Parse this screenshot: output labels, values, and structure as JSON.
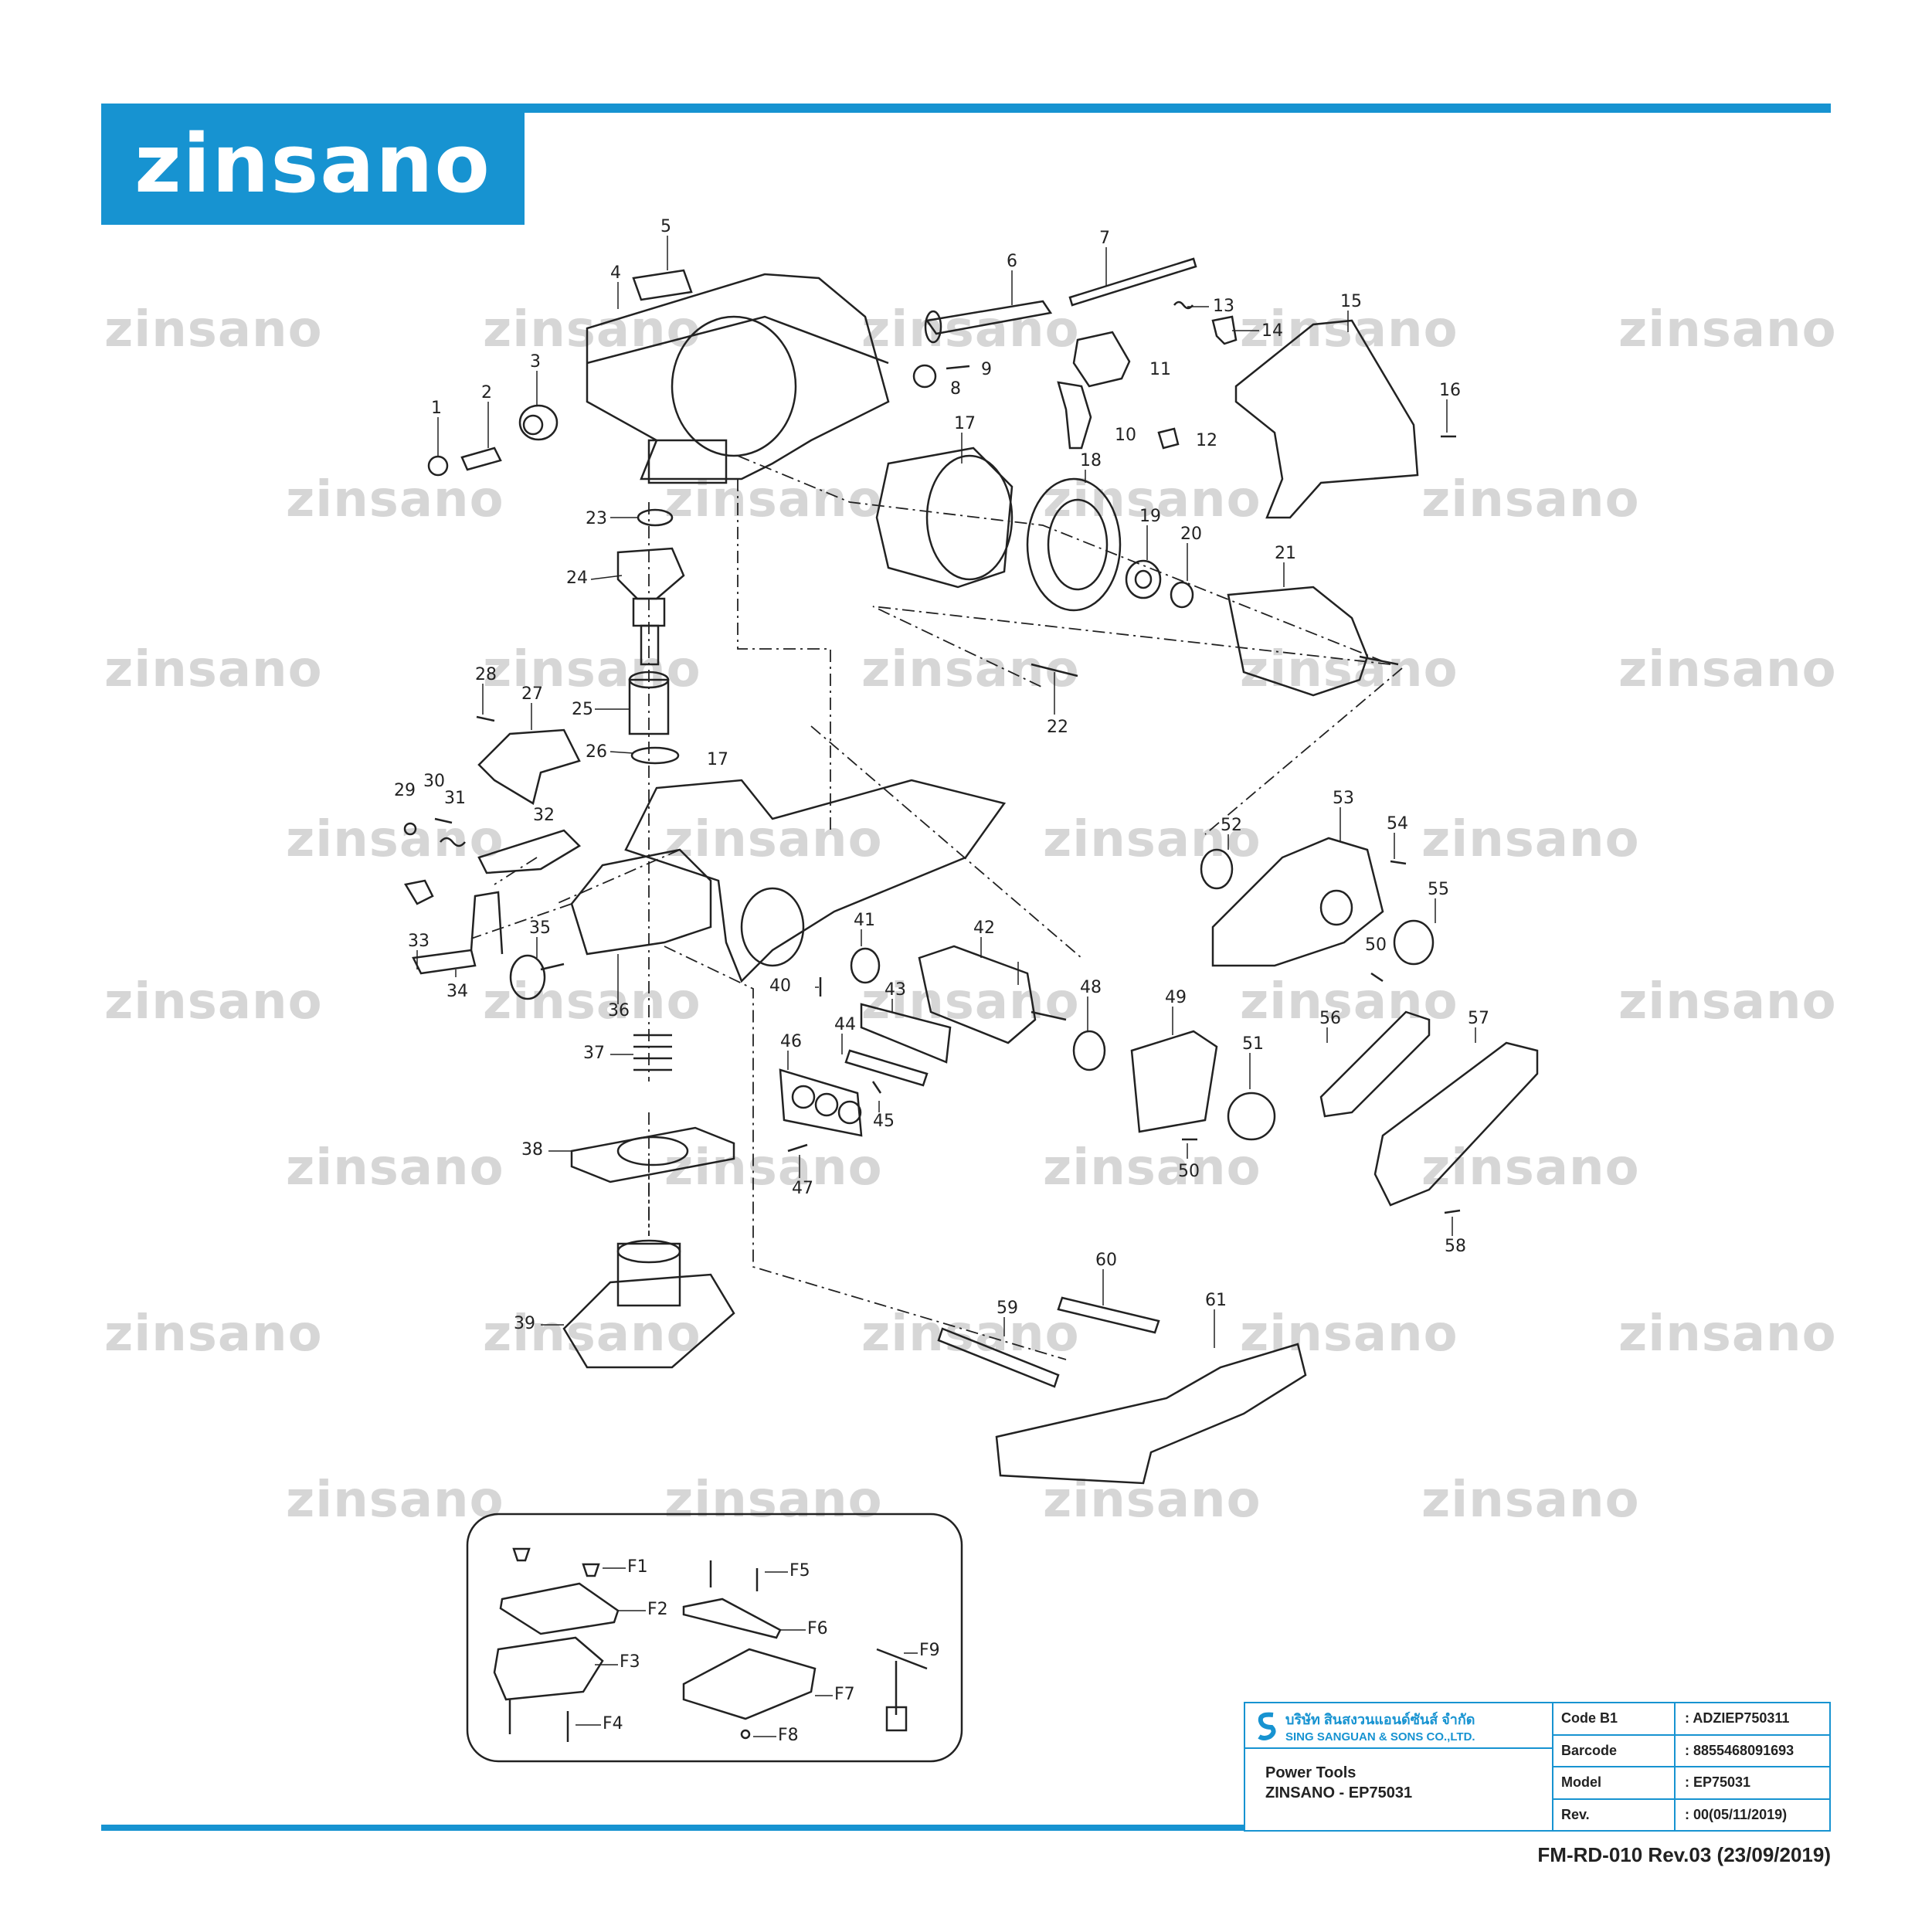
{
  "header": {
    "logo_text": "zinsano",
    "accent_color": "#1793d1"
  },
  "watermark_text": "zinsano",
  "part_labels": [
    "1",
    "2",
    "3",
    "4",
    "5",
    "6",
    "7",
    "8",
    "9",
    "10",
    "11",
    "12",
    "13",
    "14",
    "15",
    "16",
    "17",
    "17",
    "18",
    "19",
    "20",
    "21",
    "22",
    "23",
    "24",
    "25",
    "26",
    "27",
    "28",
    "29",
    "30",
    "31",
    "32",
    "33",
    "34",
    "35",
    "36",
    "37",
    "38",
    "39",
    "40",
    "41",
    "42",
    "43",
    "44",
    "45",
    "46",
    "47",
    "48",
    "49",
    "50",
    "50",
    "51",
    "52",
    "53",
    "54",
    "55",
    "56",
    "57",
    "58",
    "59",
    "60",
    "61"
  ],
  "accessory_labels": [
    "F1",
    "F2",
    "F3",
    "F4",
    "F5",
    "F6",
    "F7",
    "F8",
    "F9"
  ],
  "title_block": {
    "company_th": "บริษัท สินสงวนแอนด์ซันส์ จำกัด",
    "company_en": "SING SANGUAN & SONS CO.,LTD.",
    "product_line1": "Power Tools",
    "product_line2": "ZINSANO - EP75031",
    "rows": [
      {
        "key": "Code B1",
        "value": ": ADZIEP750311"
      },
      {
        "key": "Barcode",
        "value": ": 8855468091693"
      },
      {
        "key": "Model",
        "value": ": EP75031"
      },
      {
        "key": "Rev.",
        "value": ": 00(05/11/2019)"
      }
    ]
  },
  "form_ref": "FM-RD-010 Rev.03 (23/09/2019)"
}
